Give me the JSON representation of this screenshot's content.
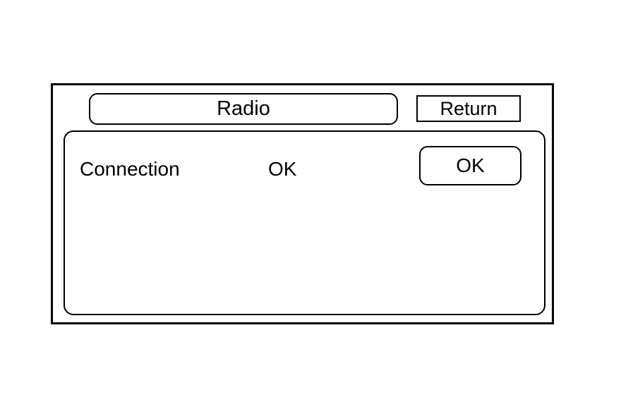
{
  "header": {
    "title": "Radio",
    "return_label": "Return"
  },
  "main": {
    "status_label": "Connection",
    "status_value": "OK",
    "ok_button_label": "OK"
  }
}
